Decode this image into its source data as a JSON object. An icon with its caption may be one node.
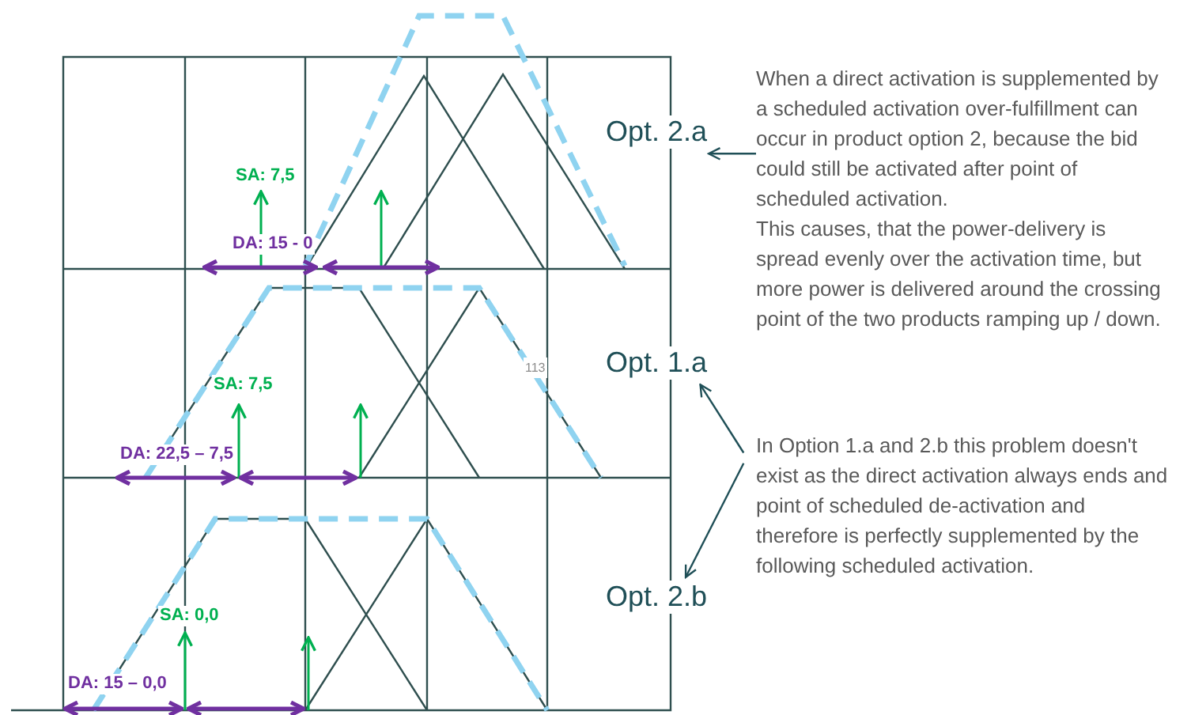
{
  "diagram": {
    "nodes": [
      {
        "text": [
          "Opt. 2.a"
        ]
      },
      {
        "text": [
          "Opt. 1.a"
        ]
      },
      {
        "text": [
          "Opt. 2.b"
        ]
      },
      {
        "text": [
          "When a direct activation is supplemented by a scheduled activation over-fulfillment can occur in product option 2, because the bid could still be activated after point of scheduled activation.",
          "This causes, that the power-delivery is spread evenly over the activation time, but more power is delivered around the crossing point of the two products ramping up / down."
        ]
      },
      {
        "text": [
          "In Option 1.a and 2.b this problem doesn't exist as the direct activation always ends and point of scheduled de-activation and therefore is perfectly supplemented by the following scheduled activation."
        ]
      }
    ],
    "edges": [
      {
        "from": 3,
        "to": 0,
        "arrow": "to"
      },
      {
        "from": 4,
        "to": 1,
        "arrow": "to"
      },
      {
        "from": 4,
        "to": 2,
        "arrow": "to"
      }
    ],
    "labels": [
      "SA: 7,5",
      "DA: 15 - 0",
      "113",
      "SA: 7,5",
      "DA: 22,5 – 7,5",
      "SA: 0,0",
      "DA: 15 – 0,0"
    ]
  }
}
